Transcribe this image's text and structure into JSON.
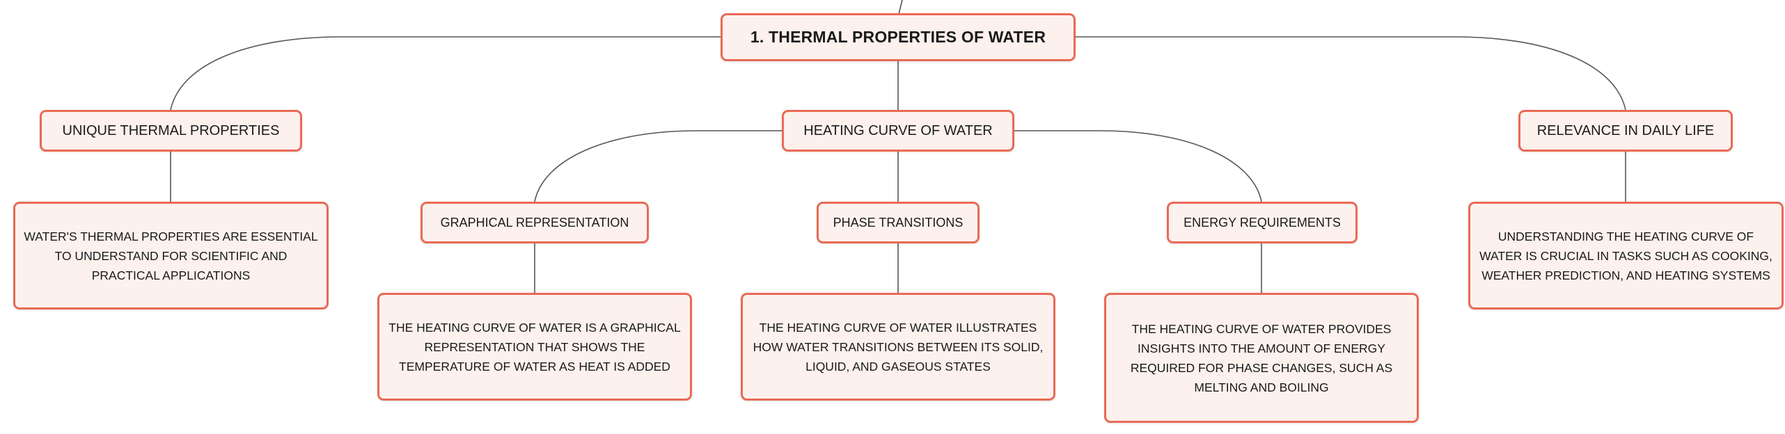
{
  "diagram": {
    "root": {
      "label": "1. THERMAL PROPERTIES OF WATER",
      "children": [
        {
          "label": "UNIQUE THERMAL PROPERTIES",
          "note": "WATER'S THERMAL PROPERTIES ARE ESSENTIAL TO UNDERSTAND FOR SCIENTIFIC AND PRACTICAL APPLICATIONS"
        },
        {
          "label": "HEATING CURVE OF WATER",
          "children": [
            {
              "label": "GRAPHICAL REPRESENTATION",
              "note": "THE HEATING CURVE OF WATER IS A GRAPHICAL REPRESENTATION THAT SHOWS THE TEMPERATURE OF WATER AS HEAT IS ADDED"
            },
            {
              "label": "PHASE TRANSITIONS",
              "note": "THE HEATING CURVE OF WATER ILLUSTRATES HOW WATER TRANSITIONS BETWEEN ITS SOLID, LIQUID, AND GASEOUS STATES"
            },
            {
              "label": "ENERGY REQUIREMENTS",
              "note": "THE HEATING CURVE OF WATER PROVIDES INSIGHTS INTO THE AMOUNT OF ENERGY REQUIRED FOR PHASE CHANGES, SUCH AS MELTING AND BOILING"
            }
          ]
        },
        {
          "label": "RELEVANCE IN DAILY LIFE",
          "note": "UNDERSTANDING THE HEATING CURVE OF WATER IS CRUCIAL IN TASKS SUCH AS COOKING, WEATHER PREDICTION, AND HEATING SYSTEMS"
        }
      ]
    }
  },
  "colors": {
    "node_fill": "#fdf1ed",
    "node_border": "#ea6a56",
    "connector": "#555555"
  }
}
